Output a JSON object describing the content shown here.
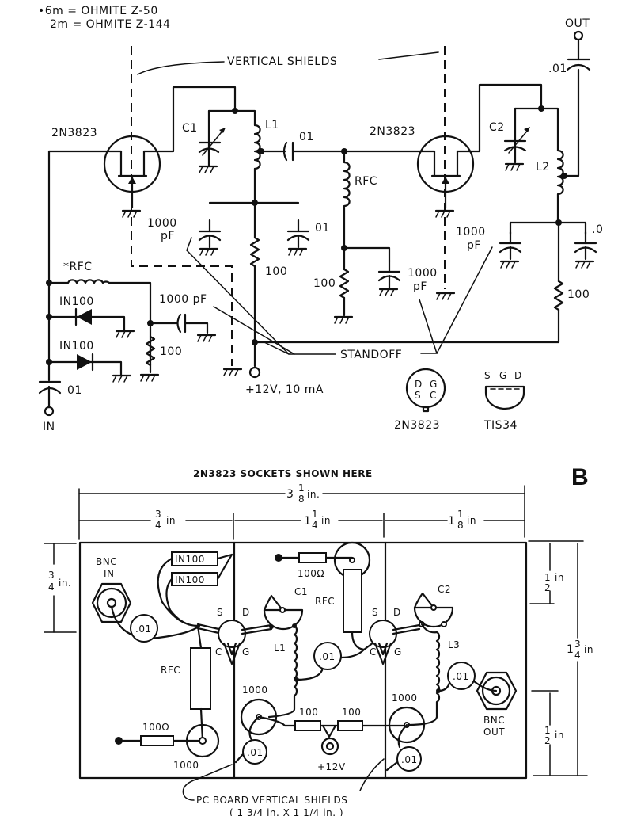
{
  "figure_label": "B",
  "schematic": {
    "note_line_1": "•6m = OHMITE Z-50",
    "note_line_2": "2m = OHMITE Z-144",
    "vertical_shields": "VERTICAL SHIELDS",
    "q1_label": "2N3823",
    "q2_label": "2N3823",
    "c1": "C1",
    "c2": "C2",
    "l1": "L1",
    "l2": "L2",
    "coupling_cap": "01",
    "rfc_mid": "RFC",
    "rfc_input": "*RFC",
    "cap_1000_a": [
      "1000",
      "pF"
    ],
    "cap_01_a": "01",
    "res_100_a": "100",
    "res_100_b": "100",
    "cap_1000_b": [
      "1000",
      "pF"
    ],
    "cap_1000_c": [
      "1000",
      "pF"
    ],
    "cap_0_d": ".0",
    "res_100_c": "100",
    "out_cap": ".01",
    "out": "OUT",
    "diode_1": "IN100",
    "diode_2": "IN100",
    "cap_1000_input": "1000 pF",
    "res_100_input": "100",
    "in_cap": "01",
    "in": "IN",
    "supply": "+12V, 10 mA",
    "standoff": "STANDOFF",
    "pinout_2n3823": {
      "pins": [
        "D",
        "G",
        "S",
        "C"
      ],
      "label": "2N3823"
    },
    "pinout_tis34": {
      "pins": [
        "S",
        "G",
        "D"
      ],
      "label": "TIS34"
    }
  },
  "layout": {
    "title": "2N3823 SOCKETS SHOWN HERE",
    "dim_total": {
      "whole": "3",
      "num": "1",
      "den": "8",
      "unit": "in."
    },
    "dim_sec1": {
      "whole": "",
      "num": "3",
      "den": "4",
      "unit": "in"
    },
    "dim_sec2": {
      "whole": "1",
      "num": "1",
      "den": "4",
      "unit": "in"
    },
    "dim_sec3": {
      "whole": "1",
      "num": "1",
      "den": "8",
      "unit": "in"
    },
    "dim_left": {
      "num": "3",
      "den": "4",
      "unit": "in."
    },
    "dim_right_top": {
      "num": "1",
      "den": "2",
      "unit": "in"
    },
    "dim_right_total": {
      "whole": "1",
      "num": "3",
      "den": "4",
      "unit": "in"
    },
    "dim_right_bottom": {
      "num": "1",
      "den": "2",
      "unit": "in"
    },
    "bnc_in": [
      "BNC",
      "IN"
    ],
    "bnc_out": [
      "BNC",
      "OUT"
    ],
    "diode_1": "IN100",
    "diode_2": "IN100",
    "cap_in": ".01",
    "rfc_left": "RFC",
    "res_left": "100Ω",
    "cap_left": "1000",
    "socket1_pins": [
      "S",
      "D",
      "C",
      "G"
    ],
    "socket2_pins": [
      "S",
      "D",
      "C",
      "G"
    ],
    "c1": "C1",
    "c2": "C2",
    "l1": "L1",
    "l3": "L3",
    "res_top": "100Ω",
    "rfc_mid": "RFC",
    "cap_coupling": ".01",
    "cap_1000_mid": "1000",
    "cap_01_mid": ".01",
    "res_a": "100",
    "res_b": "100",
    "supply": "+12V",
    "cap_1000_right": "1000",
    "cap_01_right": ".01",
    "cap_out": ".01",
    "shields_label": "PC BOARD VERTICAL SHIELDS",
    "shields_size": "( 1 3/4 in. X 1 1/4 in. )"
  }
}
